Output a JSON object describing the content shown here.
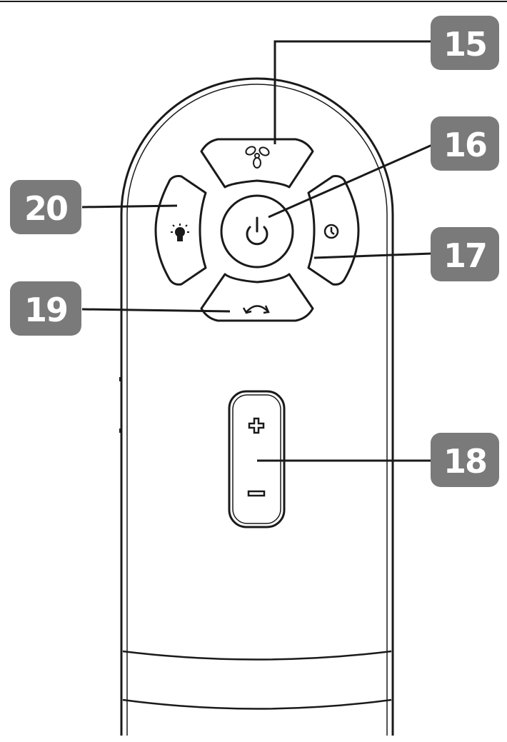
{
  "callouts": [
    {
      "id": "15",
      "label": "15",
      "target": "fan-button"
    },
    {
      "id": "16",
      "label": "16",
      "target": "power-button"
    },
    {
      "id": "17",
      "label": "17",
      "target": "timer-button"
    },
    {
      "id": "18",
      "label": "18",
      "target": "speed-rocker"
    },
    {
      "id": "19",
      "label": "19",
      "target": "direction-button"
    },
    {
      "id": "20",
      "label": "20",
      "target": "light-button"
    }
  ],
  "colors": {
    "badge": "#7a7a7a",
    "stroke": "#1a1a1a",
    "background": "#ffffff"
  },
  "icons": [
    "fan-icon",
    "power-icon",
    "timer-icon",
    "light-bulb-icon",
    "reverse-arrow-icon",
    "plus-icon",
    "minus-icon"
  ]
}
